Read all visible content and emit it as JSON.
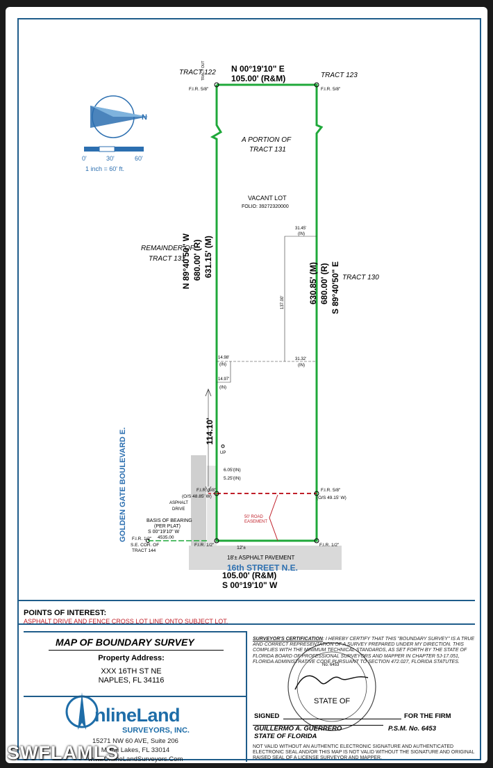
{
  "survey": {
    "north_line_bearing": "N 00°19'10\" E",
    "north_line_distance": "105.00' (R&M)",
    "south_line_distance": "105.00' (R&M)",
    "south_line_bearing": "S 00°19'10\" W",
    "west_line_bearing": "N 89°40'50\" W",
    "west_line_record": "680.00' (R)",
    "west_line_measured": "631.15' (M)",
    "east_line_measured": "630.85' (M)",
    "east_line_record": "680.00' (R)",
    "east_line_bearing": "S 89°40'50\" E",
    "west_lower_distance": "114.10'",
    "tract_122": "TRACT 122",
    "tract_123": "TRACT 123",
    "tract_130": "TRACT 130",
    "portion_line1": "A PORTION OF",
    "portion_line2": "TRACT 131",
    "remainder_line1": "REMAINDER OF",
    "remainder_line2": "TRACT 131",
    "vacant_lot": "VACANT LOT",
    "folio": "FOLIO:  39272320000",
    "fir_58_nw": "F.I.R. 5/8\"",
    "fir_58_ne": "F.I.R. 5/8\"",
    "fir_58_w": "F.I.R. 5/8\"",
    "fir_58_e": "F.I.R. 5/8\"",
    "fir_12_sw": "F.I.R. 1/2\"",
    "fir_12_se": "F.I.R. 1/2\"",
    "fir_12_far": "F.I.R. 1/2\"",
    "dim_3145": "31.45'",
    "dim_3145_in": "(IN)",
    "dim_137": "137.00'",
    "dim_3132": "31.32'",
    "dim_3132_in": "(IN)",
    "dim_1498": "14.98'",
    "dim_1498_in": "(IN)",
    "dim_1497": "14.97'",
    "dim_1497_in": "(IN)",
    "dim_605": "6.05'(IN)",
    "dim_525": "5.25'(IN)",
    "os_w": "(O/S 48.85' W)",
    "os_e": "(O/S 49.15' W)",
    "up": "UP",
    "road_easement_1": "50' ROAD",
    "road_easement_2": "EASEMENT",
    "asphalt_drive_1": "ASPHALT",
    "asphalt_drive_2": "DRIVE",
    "basis_1": "BASIS OF BEARING",
    "basis_2": "(PER PLAT)",
    "basis_3": "S 00°19'10\" W",
    "basis_4": "4535.00",
    "se_cor_1": "S.E. COR. OF",
    "se_cor_2": "TRACT 144",
    "asphalt_width": "12'±",
    "pavement": "18'± ASPHALT PAVEMENT",
    "street": "16th STREET N.E.",
    "boulevard": "GOLDEN GATE BOULEVARD E.",
    "tract_vertical": "TRACT OUT"
  },
  "scale": {
    "t0": "0'",
    "t30": "30'",
    "t60": "60'",
    "caption": "1 inch = 60' ft.",
    "n_letter": "N"
  },
  "poi": {
    "title": "POINTS OF INTEREST:",
    "text": "ASPHALT DRIVE AND FENCE CROSS LOT LINE ONTO SUBJECT LOT."
  },
  "title_block": {
    "map_title": "MAP OF BOUNDARY SURVEY",
    "property_label": "Property Address:",
    "address_line1": "XXX 16TH ST NE",
    "address_line2": "NAPLES, FL 34116"
  },
  "company": {
    "name": "nlineLand",
    "sub": "SURVEYORS, INC.",
    "addr1": "15271 NW 60 AVE, Suite 206",
    "addr2": "Miami Lakes, FL 33014",
    "web": "www.OnlineLandSurveyors.Com"
  },
  "cert": {
    "heading": "SURVEYOR'S CERTIFICATION",
    "body": ": I HEREBY CERTIFY THAT THIS \"BOUNDARY SURVEY\" IS A TRUE AND CORRECT REPRESENTATION OF A SURVEY PREPARED UNDER MY DIRECTION. THIS COMPLIES WITH THE MINIMUM TECHNICAL STANDARDS, AS SET FORTH BY THE STATE OF FLORIDA BOARD OF PROFESSIONAL SURVEYORS AND MAPPER IN CHAPTER 5J-17.051, FLORIDA ADMINISTRATIVE CODE PURSUANT TO SECTION 472.027, FLORIDA STATUTES.",
    "signed": "SIGNED",
    "for_firm": "FOR THE FIRM",
    "surveyor": "GUILLERMO A. GUERRERO",
    "state": "STATE OF FLORIDA",
    "psm": "P.S.M. No. 6453",
    "seal_no": "No. 6453",
    "seal_state": "STATE OF",
    "not_valid": "NOT VALID WITHOUT AN AUTHENTIC ELECTRONIC SIGNATURE AND AUTHENTICATED ELECTRONIC SEAL AND/OR THIS MAP IS NOT VALID WITHOUT THE SIGNATURE AND ORIGINAL RAISED SEAL OF A LICENSE SURVEYOR AND MAPPER."
  },
  "watermark": "SWFLAMLS",
  "colors": {
    "parcel": "#1fa83a",
    "border": "#1e5c8a",
    "easement": "#c0202a",
    "brand": "#1e6da8",
    "street_label": "#2c6fb0"
  }
}
